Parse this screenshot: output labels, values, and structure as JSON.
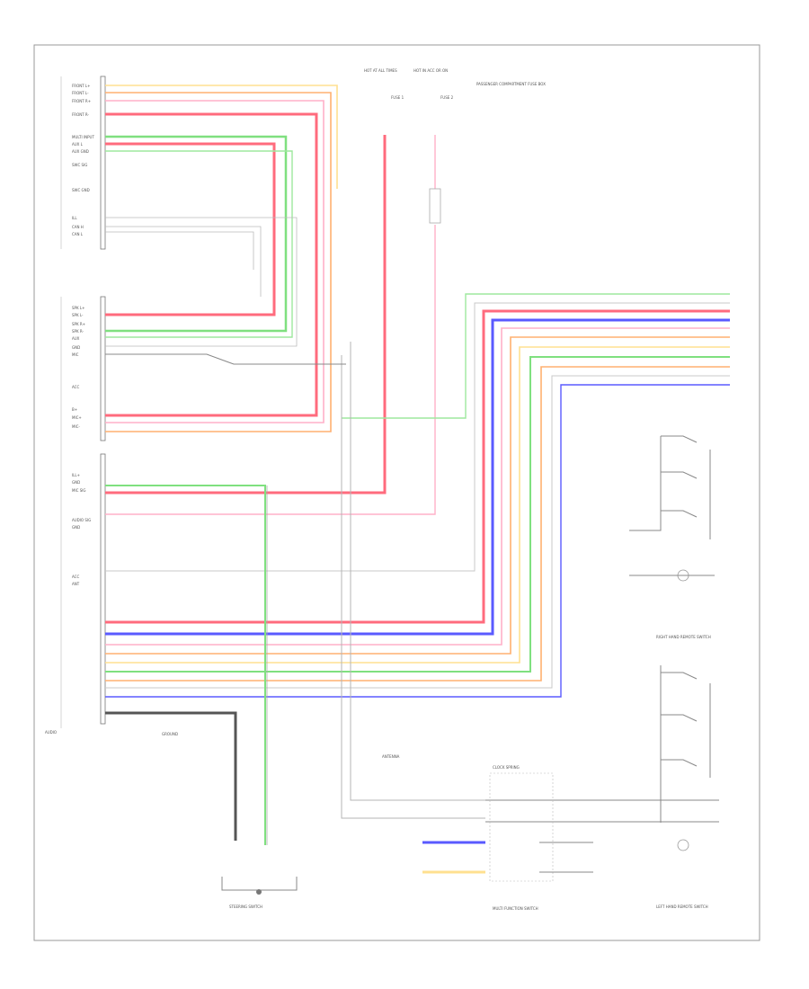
{
  "left_labels_top": [
    "FRONT L+",
    "FRONT L-",
    "FRONT R+",
    "FRONT R-",
    "",
    "MULTI INPUT",
    "AUX L",
    "AUX GND",
    "",
    "",
    "SWC SIG",
    "SWC GND",
    "",
    "ILL",
    "CAN H",
    "CAN L"
  ],
  "left_labels_mid": [
    "SPK L+",
    "SPK L-",
    "SPK R+",
    "SPK R-",
    "AUX",
    "GND",
    "MIC",
    "",
    "",
    "ACC",
    "",
    "B+",
    "MIC+",
    "MIC-"
  ],
  "left_labels_low": [
    "ILL+",
    "GND",
    "MIC SIG",
    "",
    "AUDIO SIG",
    "GND",
    "",
    "",
    "",
    "ACC",
    "ANT",
    "",
    "",
    "",
    "",
    "",
    "",
    "",
    "",
    "",
    "",
    "",
    "",
    "",
    ""
  ],
  "fuse_labels": [
    "HOT AT ALL TIMES",
    "HOT IN ACC OR ON",
    "FUSE 1",
    "FUSE 2"
  ],
  "part_labels": [
    "AUDIO",
    "STEERING SWITCH",
    "MULTI FUNCTION SWITCH",
    "RIGHT HAND REMOTE SWITCH",
    "LEFT HAND REMOTE SWITCH",
    "GROUND",
    "ANTENNA",
    "CLOCK SPRING",
    "PASSENGER COMPARTMENT FUSE BOX"
  ],
  "colors": {
    "red": "#ff6b7d",
    "pink": "#ffb0c8",
    "green": "#7fe07f",
    "blue": "#5a5aff",
    "orange": "#ffb070",
    "yellow": "#ffe090",
    "lgreen": "#9ee89e",
    "gray": "#c8c8c8",
    "dark": "#555555",
    "frame": "#999999"
  }
}
